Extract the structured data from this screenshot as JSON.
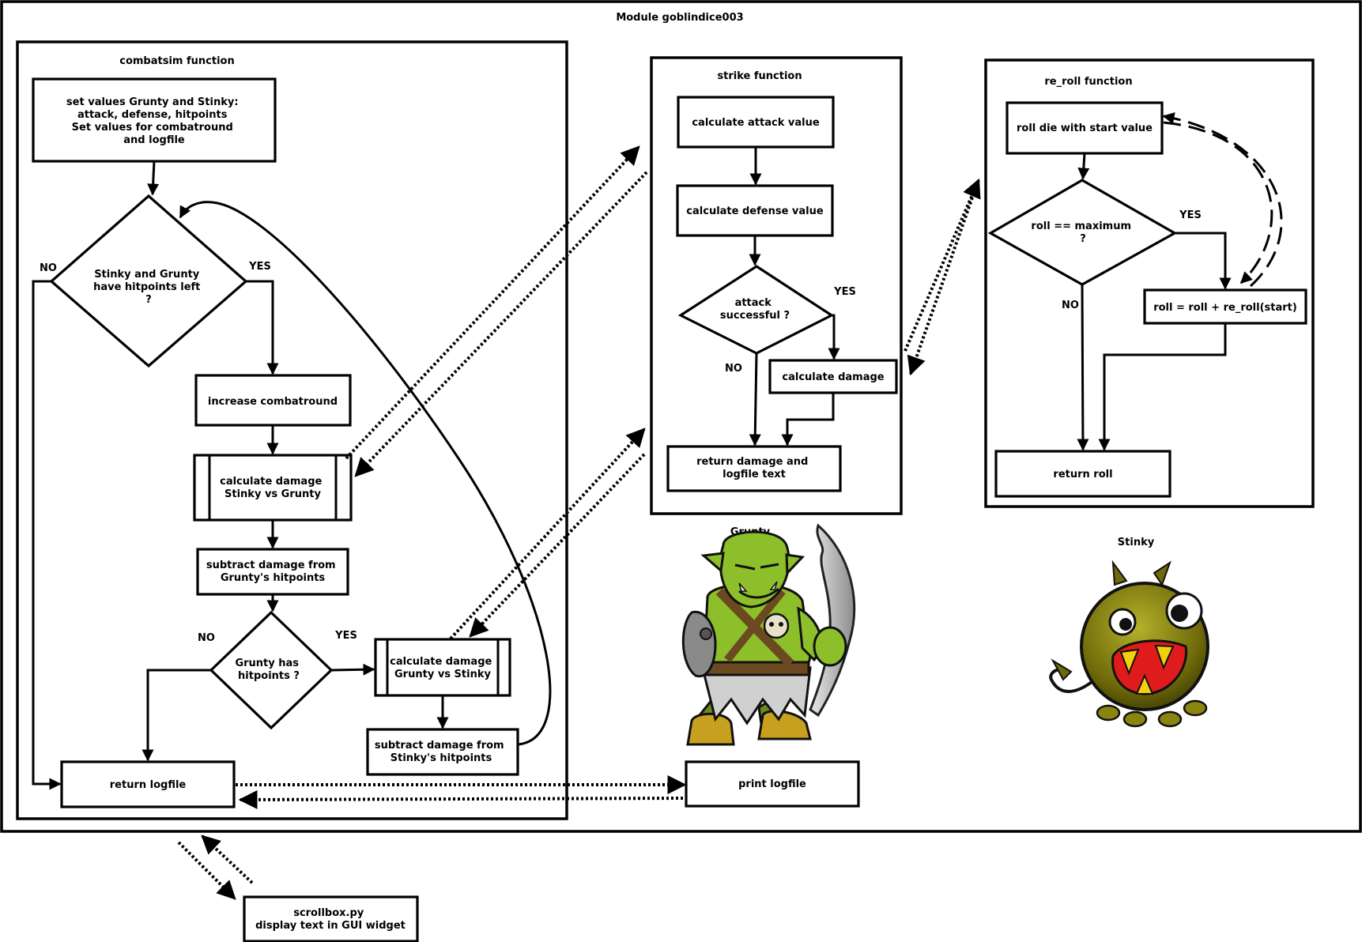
{
  "module": {
    "title": "Module goblindice003"
  },
  "combatsim": {
    "title": "combatsim function",
    "set_values": [
      "set values Grunty and Stinky:",
      "attack, defense,  hitpoints",
      "Set values for combatround",
      "and logfile"
    ],
    "hp_question": [
      "Stinky and Grunty",
      "have hitpoints left",
      "?"
    ],
    "yes1": "YES",
    "no1": "NO",
    "increase": "increase combatround",
    "calc_sg": [
      "calculate damage",
      "Stinky vs Grunty"
    ],
    "sub_grunty": [
      "subtract damage from",
      "Grunty's hitpoints"
    ],
    "grunty_question": [
      "Grunty has",
      "hitpoints ?"
    ],
    "yes2": "YES",
    "no2": "NO",
    "calc_gs": [
      "calculate damage",
      "Grunty vs Stinky"
    ],
    "sub_stinky": [
      "subtract damage from",
      "Stinky's hitpoints"
    ],
    "return_logfile": "return logfile"
  },
  "strike": {
    "title": "strike function",
    "attack": "calculate attack value",
    "defense": "calculate defense value",
    "success_question": [
      "attack",
      "successful ?"
    ],
    "yes": "YES",
    "no": "NO",
    "damage": "calculate damage",
    "return": [
      "return damage and",
      "logfile text"
    ]
  },
  "reroll": {
    "title": "re_roll function",
    "roll": "roll die with start value",
    "max_question": [
      "roll == maximum",
      "?"
    ],
    "yes": "YES",
    "no": "NO",
    "recurse": "roll = roll + re_roll(start)",
    "return": "return roll"
  },
  "characters": {
    "grunty": "Grunty",
    "stinky": "Stinky"
  },
  "print_logfile": "print logfile",
  "scrollbox": [
    "scrollbox.py",
    "display text in GUI widget"
  ]
}
